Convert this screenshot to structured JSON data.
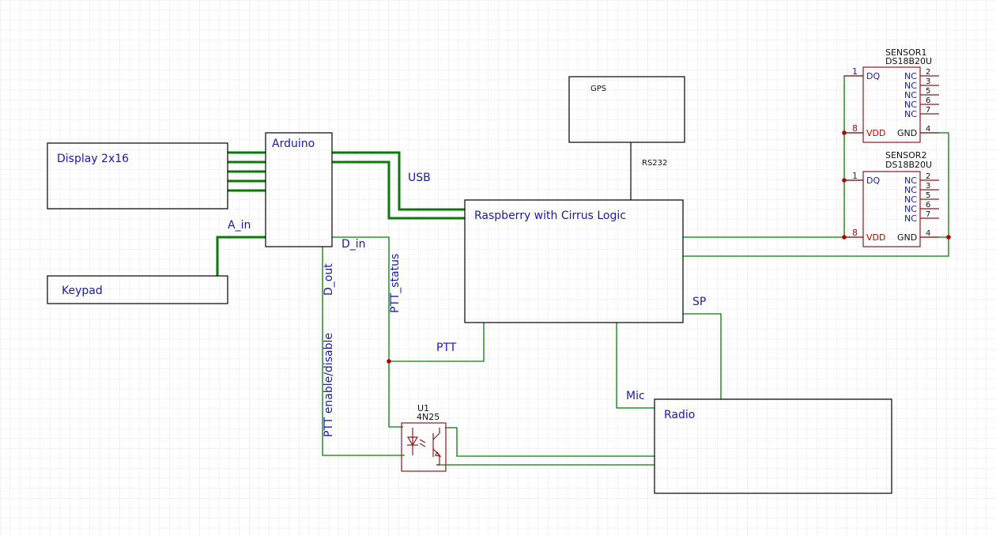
{
  "blocks": {
    "display": "Display 2x16",
    "arduino": "Arduino",
    "keypad": "Keypad",
    "gps": "GPS",
    "raspberry": "Raspberry with Cirrus Logic",
    "radio": "Radio"
  },
  "nets": {
    "usb": "USB",
    "rs232": "RS232",
    "a_in": "A_in",
    "d_in": "D_in",
    "d_out": "D_out",
    "ptt_status": "PTT_status",
    "ptt": "PTT",
    "ptt_enable": "PTT enable/disable",
    "sp": "SP",
    "mic": "Mic"
  },
  "sensors": [
    {
      "ref": "SENSOR1",
      "part": "DS18B20U"
    },
    {
      "ref": "SENSOR2",
      "part": "DS18B20U"
    }
  ],
  "sensor_pins": {
    "dq_name": "DQ",
    "dq_num": "1",
    "vdd_name": "VDD",
    "vdd_num": "8",
    "gnd_name": "GND",
    "gnd_num": "4",
    "nc_name": "NC",
    "nc_nums": [
      "2",
      "3",
      "5",
      "6",
      "7"
    ]
  },
  "optocoupler": {
    "ref": "U1",
    "part": "4N25"
  },
  "colors": {
    "wire": "#0a7a0a",
    "label": "#1a1aa0",
    "symbol": "#8b1a1a",
    "junction": "#b00000",
    "grid": "#e6e6e6"
  }
}
